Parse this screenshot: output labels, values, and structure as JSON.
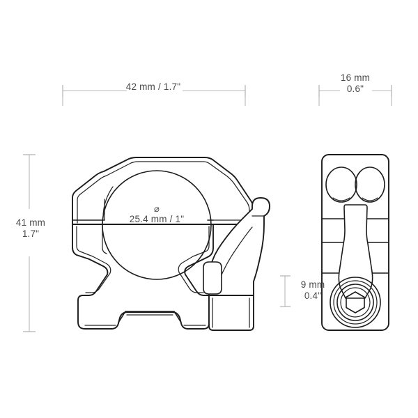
{
  "drawing": {
    "title": "Scope Mount Ring Technical Drawing",
    "background_color": "#ffffff",
    "line_color": "#1c1c1c",
    "dimension_line_color": "#b8b8b8",
    "dimension_text_color": "#4a4a4a"
  },
  "dimensions": {
    "width": {
      "name": "overall-width",
      "value_mm": "42",
      "unit_mm": "mm",
      "separator": "/",
      "value_in": "1.7\"",
      "combined": "42 mm / 1.7\""
    },
    "depth": {
      "name": "overall-depth",
      "value_mm": "16",
      "unit_mm": "mm",
      "value_in": "0.6\"",
      "combined": "16 mm 0.6\""
    },
    "height": {
      "name": "overall-height",
      "value_mm": "41",
      "unit_mm": "mm",
      "value_in": "1.7\"",
      "combined": "41 mm 1.7\""
    },
    "base_height": {
      "name": "base-height",
      "value_mm": "9",
      "unit_mm": "mm",
      "value_in": "0.4\"",
      "combined": "9 mm 0.4\""
    },
    "bore_diameter": {
      "name": "bore-diameter",
      "symbol": "⌀",
      "value_mm": "25.4",
      "unit_mm": "mm",
      "separator": "/",
      "value_in": "1\"",
      "combined": "⌀ 25.4 mm / 1\""
    }
  },
  "views": {
    "front": {
      "name": "front-elevation-view",
      "parts": [
        "ring-upper-cap",
        "ring-lower-body",
        "ring-bore",
        "rail-clamp-base",
        "recoil-groove",
        "clamp-lever"
      ]
    },
    "side": {
      "name": "side-elevation-view",
      "parts": [
        "mount-body-plate",
        "screw-hole-left",
        "screw-hole-right",
        "lever-arm",
        "hex-socket-screw",
        "band-division-upper",
        "band-division-lower"
      ]
    }
  }
}
